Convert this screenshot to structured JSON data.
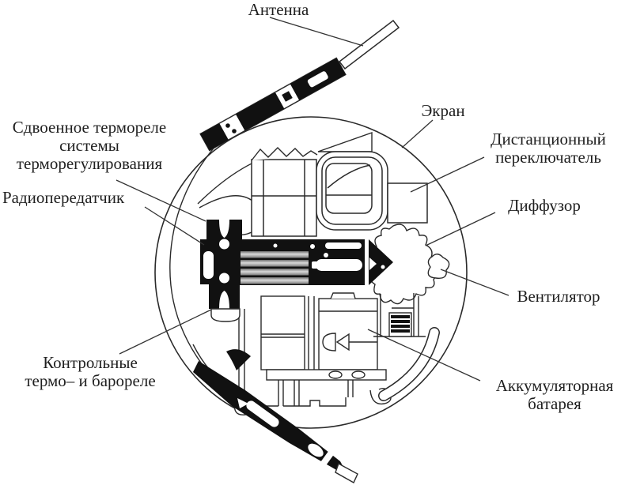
{
  "figure": {
    "subject": "Спутник — схема внутреннего устройства (cutaway diagram)"
  },
  "colors": {
    "ink": "#1a1a1a",
    "background": "#ffffff",
    "cylinder_gray": "#9a9a9a"
  },
  "labels": {
    "antenna": {
      "text": "Антенна"
    },
    "thermo_relay": {
      "line1": "Сдвоенное термореле",
      "line2": "системы",
      "line3": "терморегулирования"
    },
    "transmitter": {
      "text": "Радиопередатчик"
    },
    "control_relays": {
      "line1": "Контрольные",
      "line2": "термо– и барореле"
    },
    "ekran": {
      "text": "Экран"
    },
    "remote_switch": {
      "line1": "Дистанционный",
      "line2": "переключатель"
    },
    "diffuser": {
      "text": "Диффузор"
    },
    "fan": {
      "text": "Вентилятор"
    },
    "battery": {
      "line1": "Аккумуляторная",
      "line2": "батарея"
    }
  }
}
